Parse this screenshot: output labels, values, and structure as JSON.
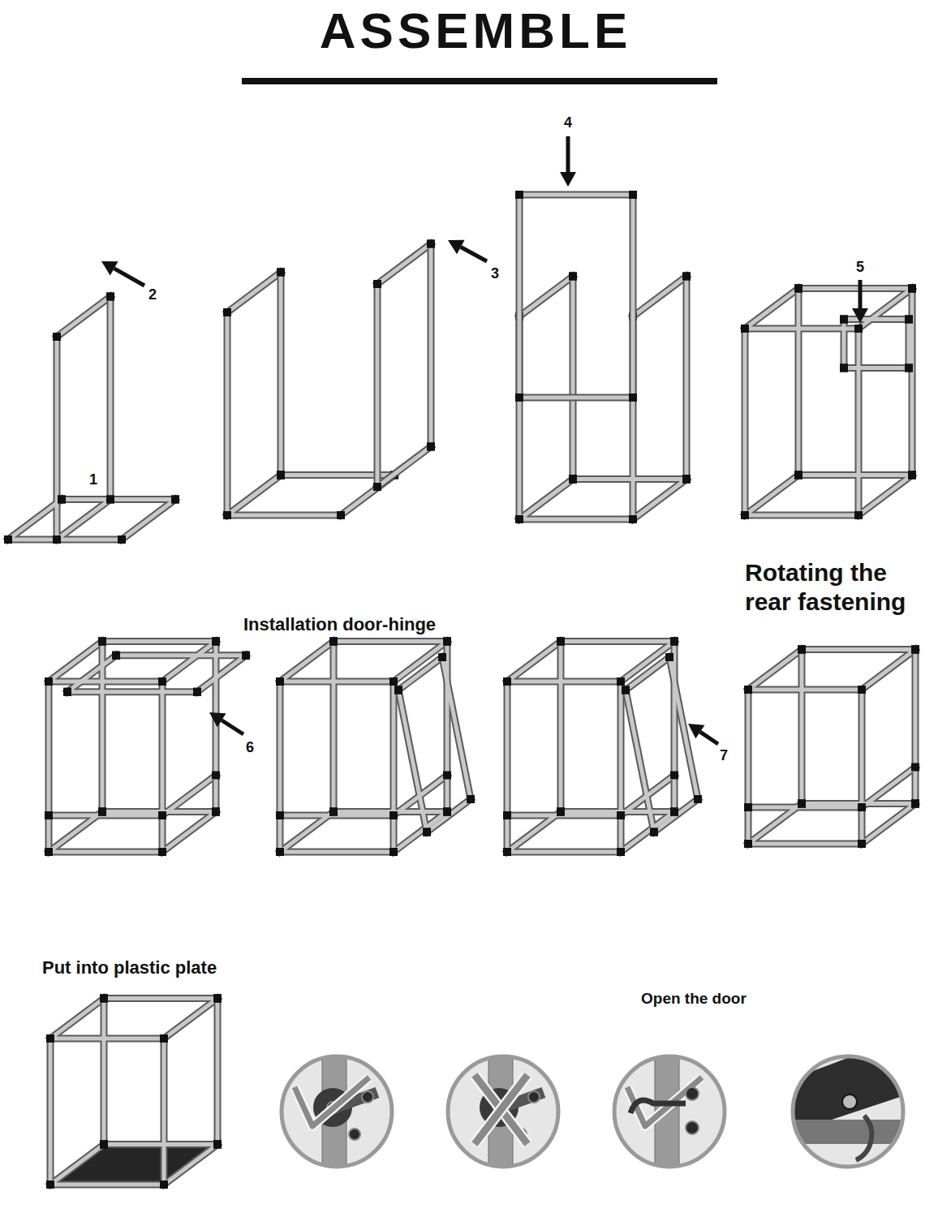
{
  "diagram": {
    "title": "ASSEMBLE",
    "labels": [
      "1",
      "2",
      "3",
      "4",
      "5",
      "6",
      "7",
      "Installation door-hinge",
      "Rotating the rear fastening",
      "Put into plastic plate",
      "Open the door"
    ]
  }
}
